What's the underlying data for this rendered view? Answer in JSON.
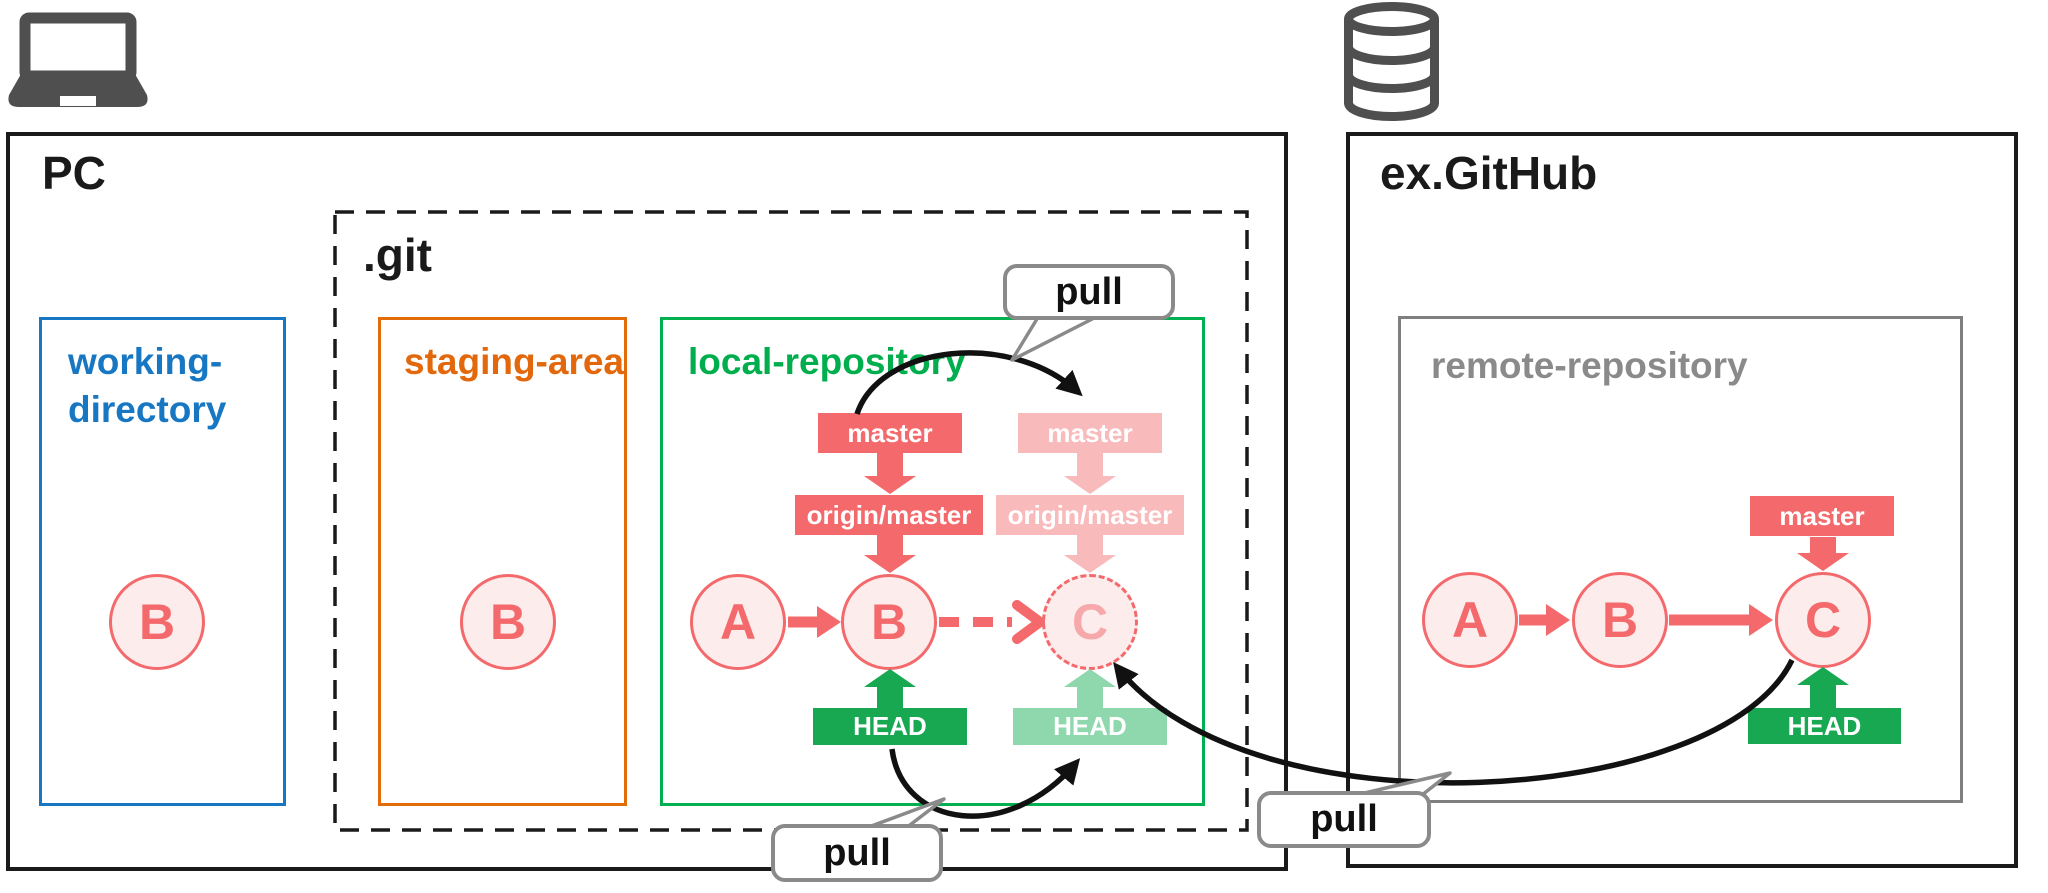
{
  "pc": {
    "title": "PC"
  },
  "git_folder": {
    "title": ".git"
  },
  "github": {
    "title": "ex.GitHub"
  },
  "working_directory": {
    "title_lines": [
      "working-",
      "directory"
    ],
    "commit": "B"
  },
  "staging_area": {
    "title": "staging-area",
    "commit": "B"
  },
  "local_repository": {
    "title": "local-repository",
    "commits": [
      "A",
      "B",
      "C"
    ],
    "branch_labels": {
      "master_current": "master",
      "master_incoming": "master",
      "origin_master_current": "origin/master",
      "origin_master_incoming": "origin/master",
      "head_current": "HEAD",
      "head_incoming": "HEAD"
    }
  },
  "remote_repository": {
    "title": "remote-repository",
    "commits": [
      "A",
      "B",
      "C"
    ],
    "branch_labels": {
      "master": "master",
      "head": "HEAD"
    }
  },
  "callouts": {
    "pull_top": "pull",
    "pull_bottom_left": "pull",
    "pull_right": "pull"
  },
  "colors": {
    "commit_red": "#F4696B",
    "commit_red_faded": "#F9BABC",
    "head_green": "#17A851",
    "head_green_faded": "#8FD7AD",
    "local_repo_green": "#00B050",
    "working_dir_blue": "#1877C2",
    "staging_orange": "#E36C0A",
    "remote_gray": "#7F7F7F",
    "line_black": "#111111"
  }
}
